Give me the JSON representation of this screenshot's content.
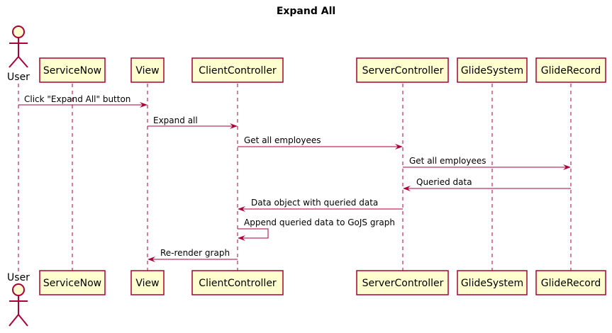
{
  "diagram": {
    "title": "Expand All",
    "colors": {
      "participant_fill": "#FEFECE",
      "participant_border": "#A80036",
      "arrow": "#A80036",
      "lifeline": "#A80036"
    },
    "actor": {
      "label_top": "User",
      "label_bottom": "User"
    },
    "participants": [
      {
        "id": "servicenow",
        "label": "ServiceNow"
      },
      {
        "id": "view",
        "label": "View"
      },
      {
        "id": "clientcontroller",
        "label": "ClientController"
      },
      {
        "id": "servercontroller",
        "label": "ServerController"
      },
      {
        "id": "glidesystem",
        "label": "GlideSystem"
      },
      {
        "id": "gliderecord",
        "label": "GlideRecord"
      }
    ],
    "messages": [
      {
        "label": "Click \"Expand All\" button"
      },
      {
        "label": "Expand all"
      },
      {
        "label": "Get all employees"
      },
      {
        "label": "Get all employees"
      },
      {
        "label": "Queried data"
      },
      {
        "label": "Data object with queried data"
      },
      {
        "label": "Append queried data to GoJS graph"
      },
      {
        "label": "Re-render graph"
      }
    ]
  }
}
